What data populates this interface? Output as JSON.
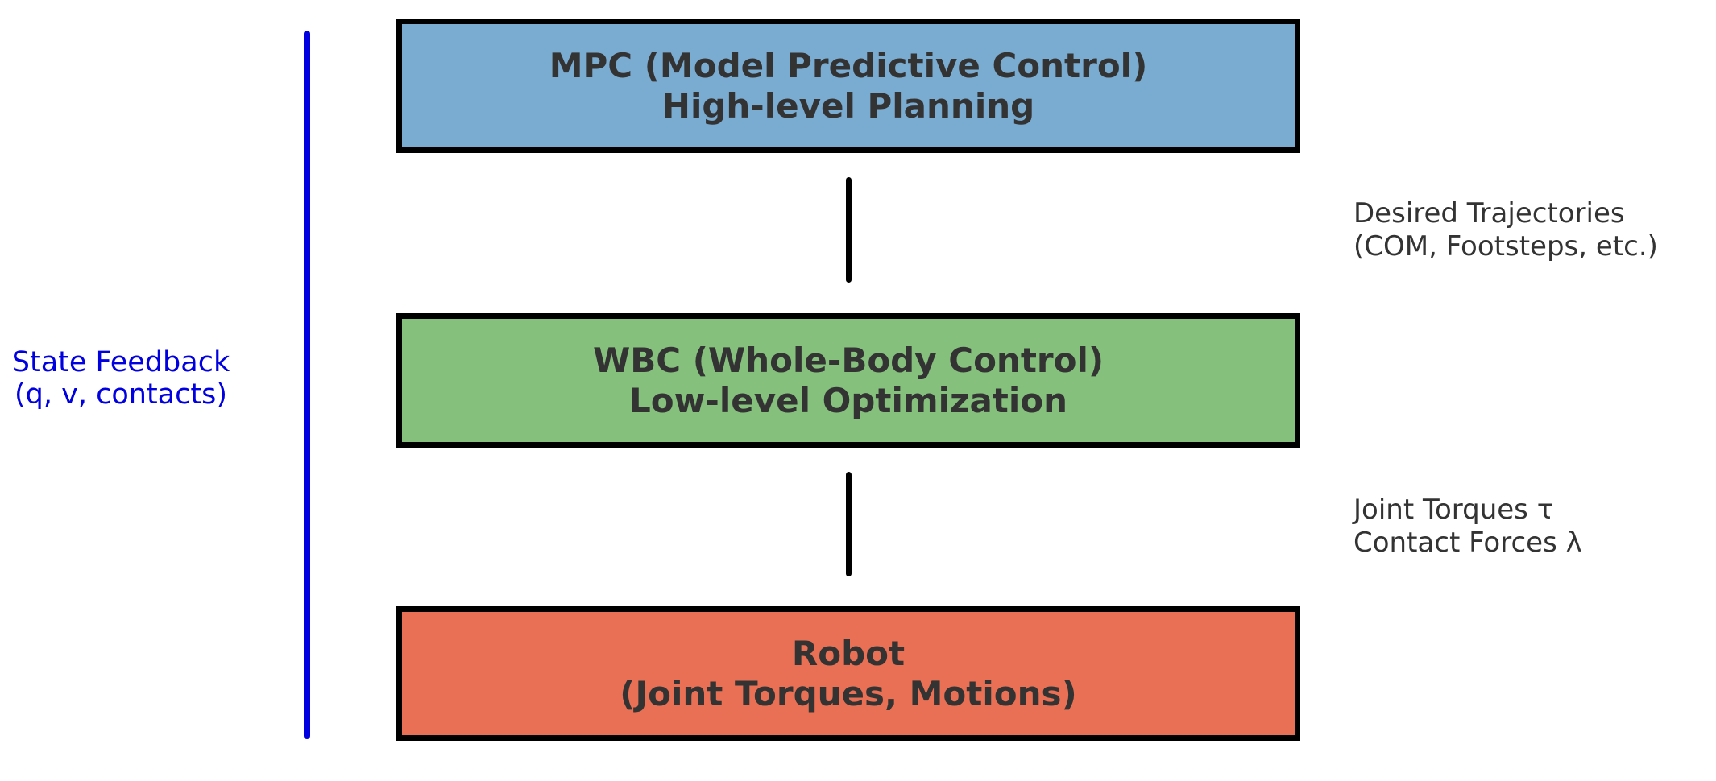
{
  "colors": {
    "mpc_fill": "#7aabd1",
    "wbc_fill": "#85c17d",
    "robot_fill": "#e97054",
    "border": "#000000",
    "text": "#333333",
    "feedback": "#0000e0"
  },
  "boxes": {
    "mpc": {
      "line1": "MPC (Model Predictive Control)",
      "line2": "High-level Planning"
    },
    "wbc": {
      "line1": "WBC (Whole-Body Control)",
      "line2": "Low-level Optimization"
    },
    "robot": {
      "line1": "Robot",
      "line2": "(Joint Torques, Motions)"
    }
  },
  "arrows": {
    "mpc_to_wbc": {
      "line1": "Desired Trajectories",
      "line2": "(COM, Footsteps, etc.)"
    },
    "wbc_to_robot": {
      "line1": "Joint Torques τ",
      "line2": "Contact Forces λ"
    }
  },
  "feedback": {
    "line1": "State Feedback",
    "line2": "(q, v, contacts)"
  }
}
